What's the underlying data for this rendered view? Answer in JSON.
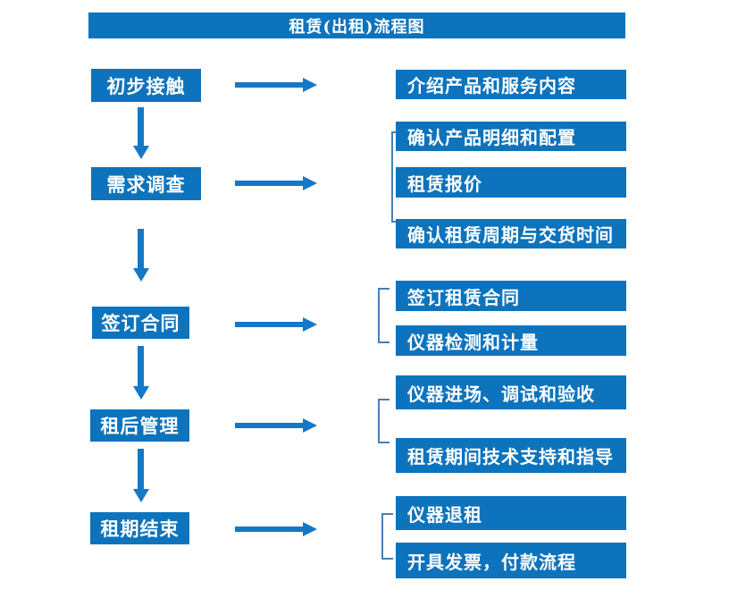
{
  "flow": {
    "title": "租赁(出租)流程图",
    "stages": [
      {
        "label": "初步接触",
        "outputs": [
          "介绍产品和服务内容"
        ]
      },
      {
        "label": "需求调查",
        "outputs": [
          "确认产品明细和配置",
          "租赁报价",
          "确认租赁周期与交货时间"
        ]
      },
      {
        "label": "签订合同",
        "outputs": [
          "签订租赁合同",
          "仪器检测和计量"
        ]
      },
      {
        "label": "租后管理",
        "outputs": [
          "仪器进场、调试和验收",
          "租赁期间技术支持和指导"
        ]
      },
      {
        "label": "租期结束",
        "outputs": [
          "仪器退租",
          "开具发票，付款流程"
        ]
      }
    ]
  },
  "colors": {
    "background": "#ffffff",
    "box_blue": "#0d73bc",
    "arrow_blue": "#1478c8",
    "bracket_blue": "#4b7db8",
    "text_white": "#ffffff"
  }
}
